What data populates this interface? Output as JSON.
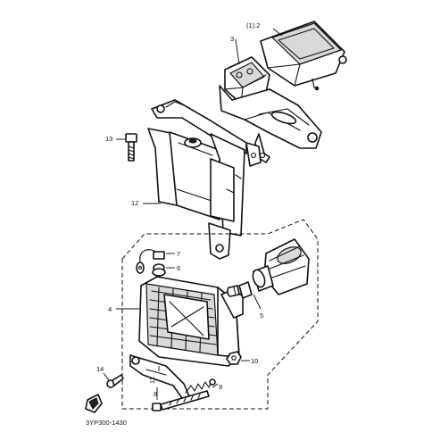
{
  "diagram_code": "3YP300-1430",
  "callouts": {
    "c1_2": "(1).2",
    "c3": "3",
    "c13": "13",
    "c12": "12",
    "c7": "7",
    "c6": "6",
    "c4": "4",
    "c5": "5",
    "c10": "10",
    "c14": "14",
    "c11": "11",
    "c9": "9",
    "c8": "8"
  }
}
